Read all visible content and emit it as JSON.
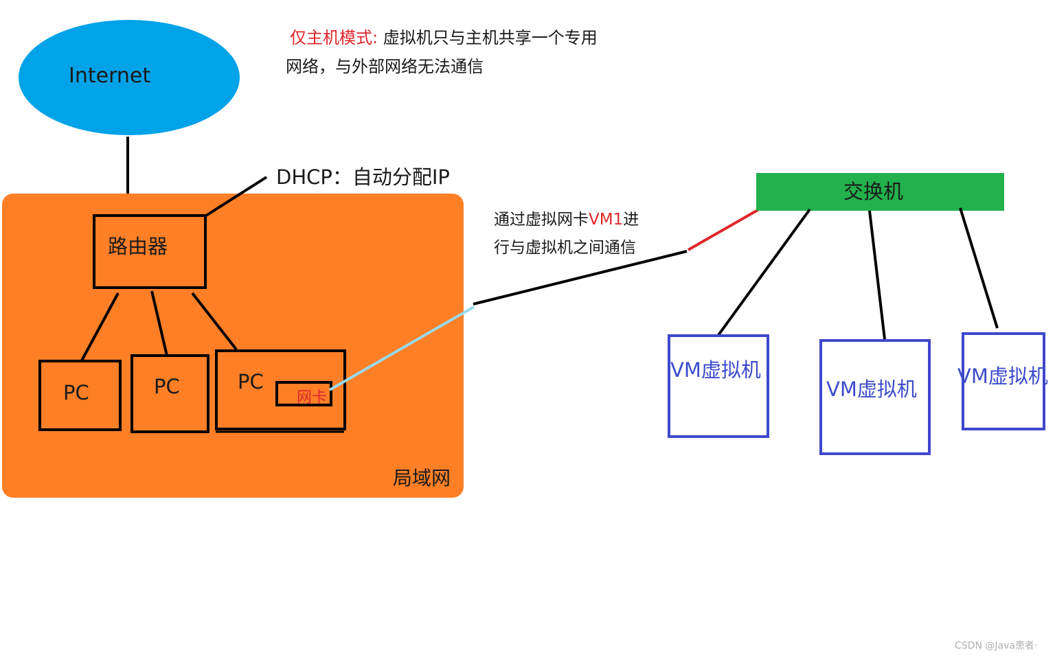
{
  "colors": {
    "internet": "#00a2e8",
    "lan": "#ff7f27",
    "switch": "#22b14c",
    "vm_border": "#3f48cc",
    "link_red": "#e0262b",
    "link_lightblue": "#99d9ea",
    "outline": "#000000"
  },
  "labels": {
    "internet": "Internet",
    "mode_title": "仅主机模式:",
    "mode_desc_line1": "虚拟机只与主机共享一个专用",
    "mode_desc_line2": "网络，与外部网络无法通信",
    "dhcp": "DHCP：自动分配IP",
    "router": "路由器",
    "pc1": "PC",
    "pc2": "PC",
    "pc3": "PC",
    "nic": "网卡",
    "lan": "局域网",
    "vm_link_prefix": "通过虚拟网卡",
    "vm_link_name": "VM1",
    "vm_link_suffix": "进",
    "vm_link_line2": "行与虚拟机之间通信",
    "switch": "交换机",
    "vm1": "VM虚拟机",
    "vm2": "VM虚拟机",
    "vm3": "VM虚拟机",
    "watermark": "CSDN @Java患者·"
  }
}
